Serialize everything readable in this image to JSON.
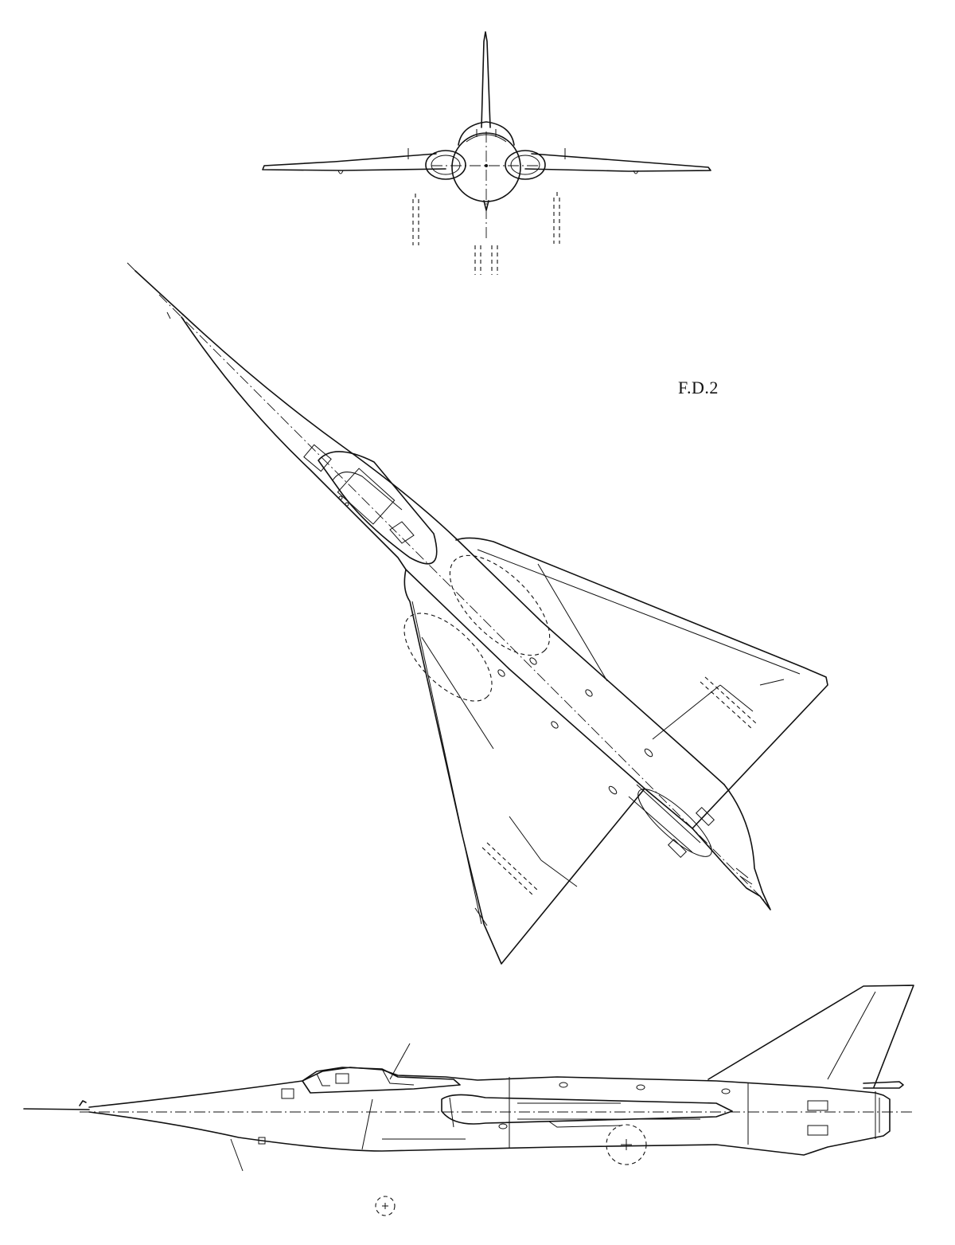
{
  "drawing": {
    "designation": "F.D.2",
    "views": [
      "front-view",
      "plan-view",
      "side-view"
    ]
  }
}
